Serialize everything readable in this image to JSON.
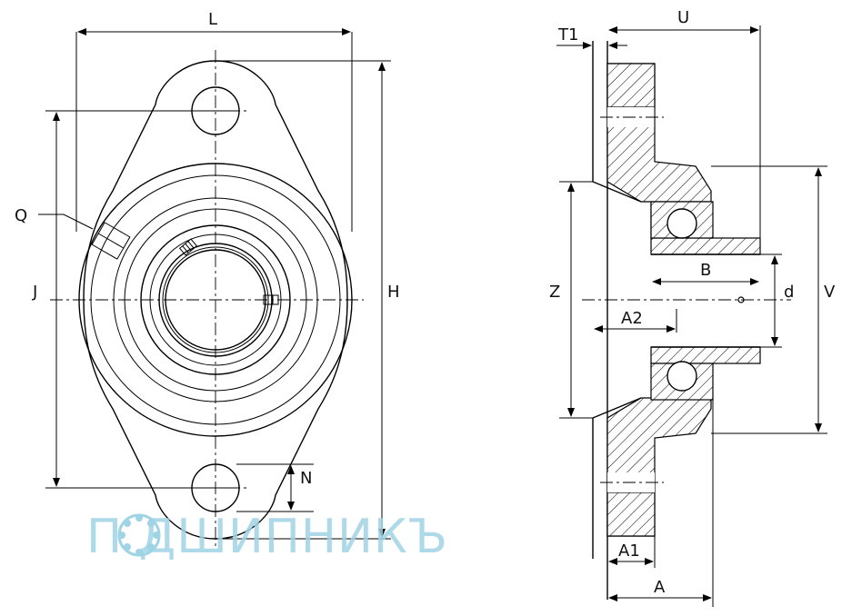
{
  "labels": {
    "L": "L",
    "J": "J",
    "H": "H",
    "Q": "Q",
    "N": "N",
    "T1": "T1",
    "U": "U",
    "Z": "Z",
    "B": "B",
    "d": "d",
    "V": "V",
    "A2": "A2",
    "A1": "A1",
    "A": "A"
  },
  "watermark": "П  ДШИПНИКЪ",
  "colors": {
    "line": "#000000",
    "watermark": "#9fd3e6"
  }
}
